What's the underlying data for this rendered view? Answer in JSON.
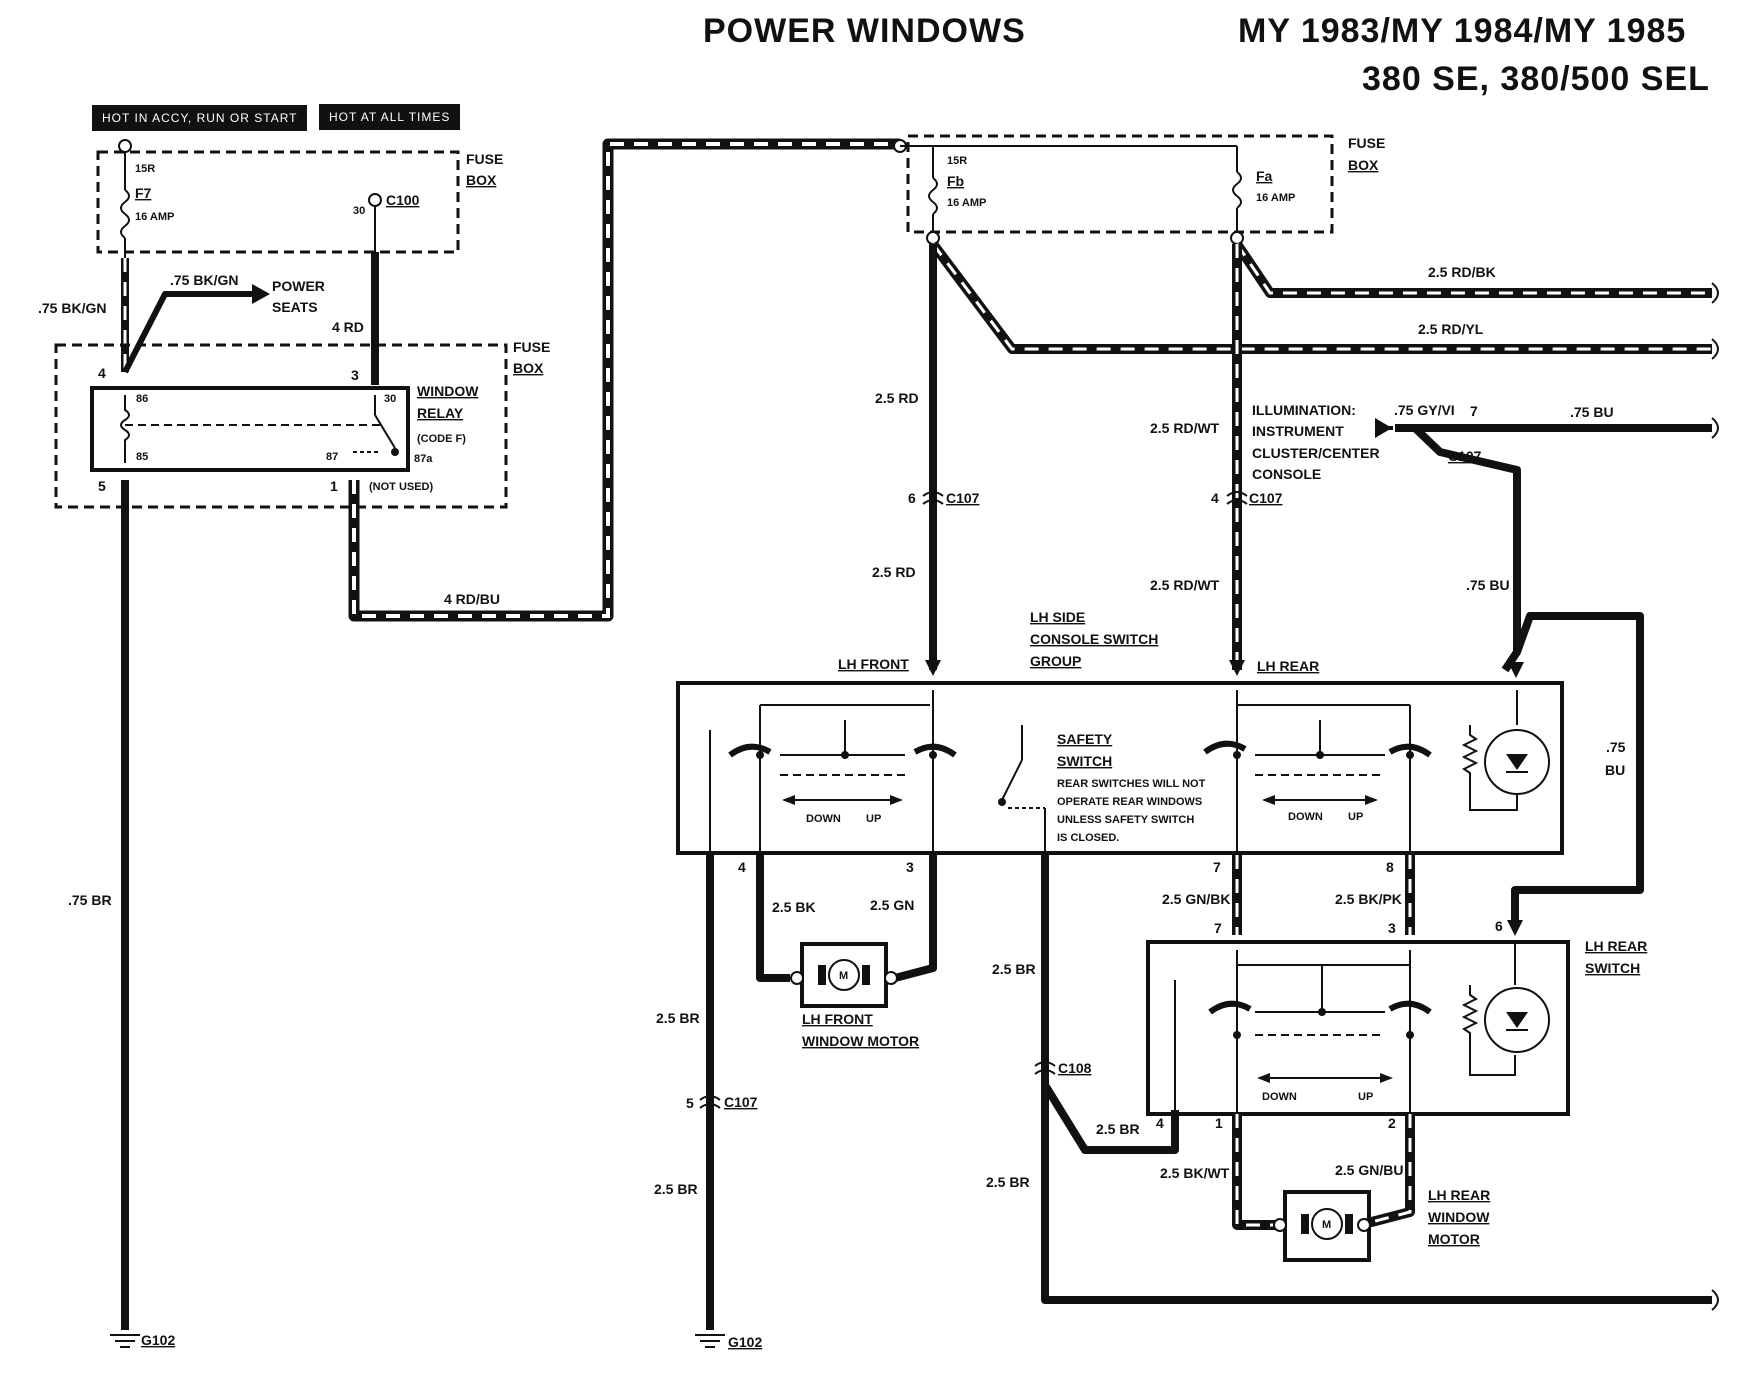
{
  "header": {
    "title": "POWER WINDOWS",
    "model_years": "MY 1983/MY 1984/MY 1985",
    "models": "380 SE, 380/500 SEL"
  },
  "supply_labels": {
    "hot_accy": "HOT IN ACCY, RUN OR START",
    "hot_always": "HOT AT ALL TIMES"
  },
  "left_fuse_box": {
    "label_1": "FUSE",
    "label_2": "BOX",
    "fuse_terminal": "15R",
    "fuse_name": "F7",
    "fuse_rating": "16 AMP",
    "terminal_30": "30",
    "connector": "C100"
  },
  "relay": {
    "fuse_box_1": "FUSE",
    "fuse_box_2": "BOX",
    "name_1": "WINDOW",
    "name_2": "RELAY",
    "code": "(CODE F)",
    "pin_86": "86",
    "pin_85": "85",
    "pin_30": "30",
    "pin_87": "87",
    "pin_87a": "87a",
    "cav_4": "4",
    "cav_3": "3",
    "cav_5": "5",
    "cav_1": "1",
    "not_used": "(NOT USED)"
  },
  "left_wires": {
    "bk_gn_left": ".75 BK/GN",
    "bk_gn_top": ".75 BK/GN",
    "power_seats_1": "POWER",
    "power_seats_2": "SEATS",
    "rd_4": "4 RD",
    "rd_bu_4": "4 RD/BU",
    "br_075": ".75 BR",
    "ground_left": "G102"
  },
  "right_fuse_box": {
    "label_1": "FUSE",
    "label_2": "BOX",
    "fuse_terminal": "15R",
    "fb_name": "Fb",
    "fb_rating": "16 AMP",
    "fa_name": "Fa",
    "fa_rating": "16 AMP"
  },
  "right_wires": {
    "rd_bk": "2.5 RD/BK",
    "rd_yl": "2.5 RD/YL",
    "rd_1": "2.5 RD",
    "rd_2": "2.5 RD",
    "rd_wt_1": "2.5 RD/WT",
    "rd_wt_2": "2.5 RD/WT",
    "gy_vi": ".75 GY/VI",
    "bu_top": ".75 BU",
    "bu_mid": ".75 BU",
    "bu_right_1": ".75",
    "bu_right_2": "BU",
    "illum_1": "ILLUMINATION:",
    "illum_2": "INSTRUMENT",
    "illum_3": "CLUSTER/CENTER",
    "illum_4": "CONSOLE",
    "c107_a": "C107",
    "c107_b": "C107",
    "c107_c": "C107",
    "c107_d": "C107",
    "c108": "C108",
    "cav_6": "6",
    "cav_4": "4",
    "cav_7": "7",
    "cav_5": "5"
  },
  "console_switch": {
    "name_1": "LH SIDE",
    "name_2": "CONSOLE SWITCH",
    "name_3": "GROUP",
    "lh_front": "LH FRONT",
    "lh_rear": "LH REAR",
    "safety_1": "SAFETY",
    "safety_2": "SWITCH",
    "note_1": "REAR SWITCHES WILL NOT",
    "note_2": "OPERATE REAR WINDOWS",
    "note_3": "UNLESS SAFETY SWITCH",
    "note_4": "IS CLOSED.",
    "down_l": "DOWN",
    "up_l": "UP",
    "down_r": "DOWN",
    "up_r": "UP",
    "pin_4": "4",
    "pin_3": "3",
    "pin_7": "7",
    "pin_8": "8"
  },
  "front_motor": {
    "wire_bk": "2.5 BK",
    "wire_gn": "2.5 GN",
    "motor_symbol": "M",
    "name_1": "LH FRONT",
    "name_2": "WINDOW MOTOR"
  },
  "rear_switch": {
    "name_1": "LH REAR",
    "name_2": "SWITCH",
    "wire_gn_bk": "2.5 GN/BK",
    "wire_bk_pk": "2.5 BK/PK",
    "pin_7": "7",
    "pin_3": "3",
    "pin_6": "6",
    "pin_4": "4",
    "pin_1": "1",
    "pin_2": "2",
    "down": "DOWN",
    "up": "UP"
  },
  "rear_motor": {
    "wire_bk_wt": "2.5 BK/WT",
    "wire_gn_bu": "2.5 GN/BU",
    "motor_symbol": "M",
    "name_1": "LH REAR",
    "name_2": "WINDOW",
    "name_3": "MOTOR"
  },
  "grounds": {
    "br_a": "2.5 BR",
    "br_b": "2.5 BR",
    "br_c": "2.5 BR",
    "br_d": "2.5 BR",
    "br_e": "2.5 BR",
    "ground_mid": "G102"
  }
}
